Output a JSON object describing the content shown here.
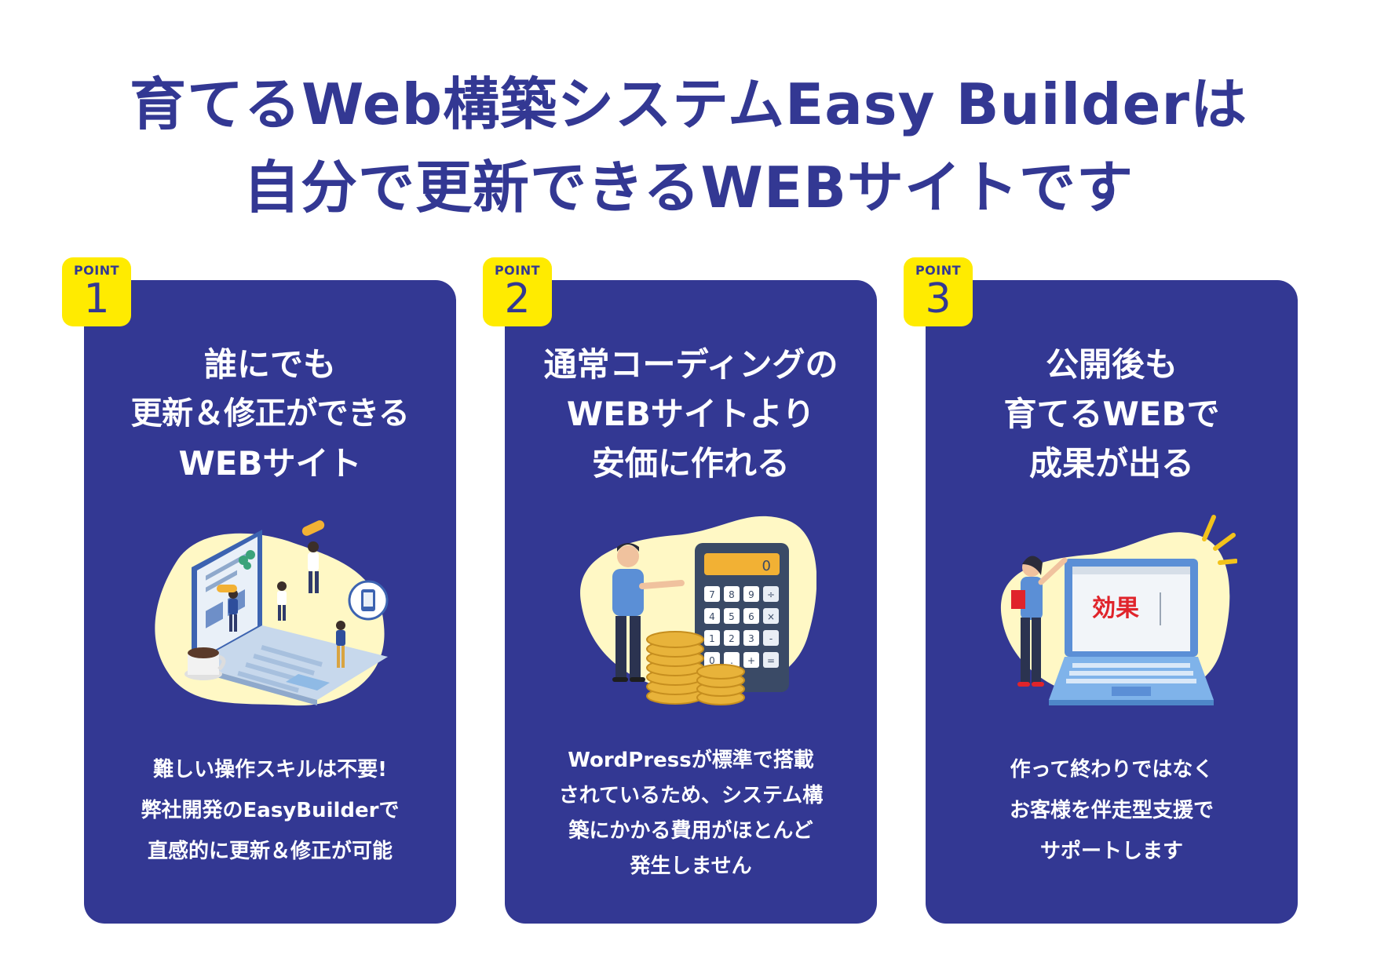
{
  "headline": {
    "line1": "育てるWeb構築システムEasy Builderは",
    "line2": "自分で更新できるWEBサイトです"
  },
  "points": [
    {
      "badge_label": "POINT",
      "number": "1",
      "title_lines": [
        "誰にでも",
        "更新＆修正ができる",
        "WEBサイト"
      ],
      "text_lines": [
        "難しい操作スキルは不要!",
        "弊社開発のEasyBuilderで",
        "直感的に更新＆修正が可能"
      ]
    },
    {
      "badge_label": "POINT",
      "number": "2",
      "title_lines": [
        "通常コーディングの",
        "WEBサイトより",
        "安価に作れる"
      ],
      "calculator_display": "0",
      "calculator_keys": [
        "7",
        "8",
        "9",
        "÷",
        "4",
        "5",
        "6",
        "×",
        "1",
        "2",
        "3",
        "-",
        "0",
        ".",
        "+",
        "="
      ],
      "text_lines": [
        "WordPressが標準で搭載",
        "されているため、システム構",
        "築にかかる費用がほとんど",
        "発生しません"
      ]
    },
    {
      "badge_label": "POINT",
      "number": "3",
      "title_lines": [
        "公開後も",
        "育てるWEBで",
        "成果が出る"
      ],
      "screen_text": "効果",
      "text_lines": [
        "作って終わりではなく",
        "お客様を伴走型支援で",
        "サポートします"
      ]
    }
  ],
  "colors": {
    "navy": "#333893",
    "yellow_badge": "#FFEB00",
    "cream_blob": "#FFF8C5",
    "accent_red": "#E0242B"
  }
}
